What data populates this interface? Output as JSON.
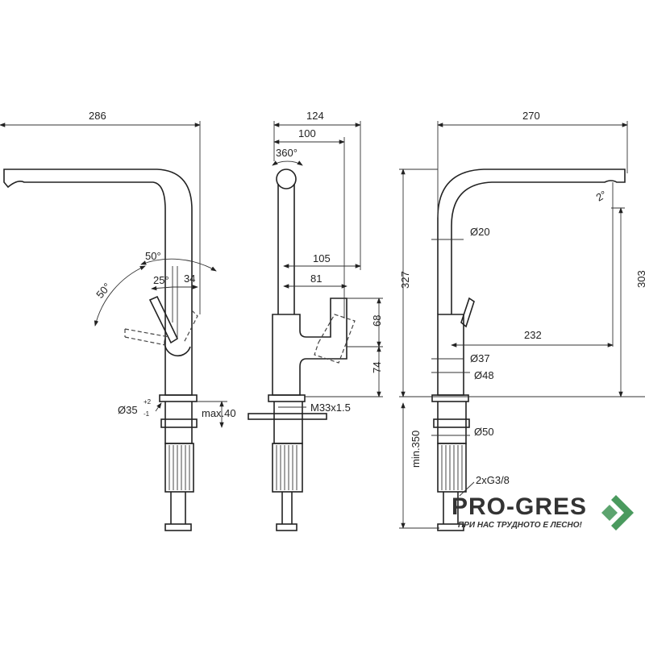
{
  "views": {
    "side_left": {
      "dims": {
        "width": "286",
        "angle_outer": "50°",
        "angle_left": "50°",
        "angle_inner": "25°",
        "offset": "34",
        "hole_dia": "Ø35",
        "hole_tol_upper": "+2",
        "hole_tol_lower": "-1",
        "max_thickness": "max.40"
      }
    },
    "front": {
      "dims": {
        "width": "124",
        "width_inner": "100",
        "rotation": "360°",
        "handle_reach": "105",
        "handle_reach_inner": "81",
        "handle_height": "68",
        "body_height": "74",
        "thread": "M33x1.5"
      }
    },
    "side_right": {
      "dims": {
        "width": "270",
        "total_height": "327",
        "spout_height": "303",
        "spout_reach": "232",
        "spout_angle": "2°",
        "spout_dia": "Ø20",
        "body_dia": "Ø37",
        "base_dia": "Ø48",
        "shank_dia": "Ø50",
        "min_hose": "min.350",
        "connection": "2xG3/8"
      }
    }
  },
  "logo": {
    "name": "PRO-GRES",
    "tagline": "ПРИ НАС ТРУДНОТО Е ЛЕСНО!",
    "color": "#4a9a5e"
  }
}
